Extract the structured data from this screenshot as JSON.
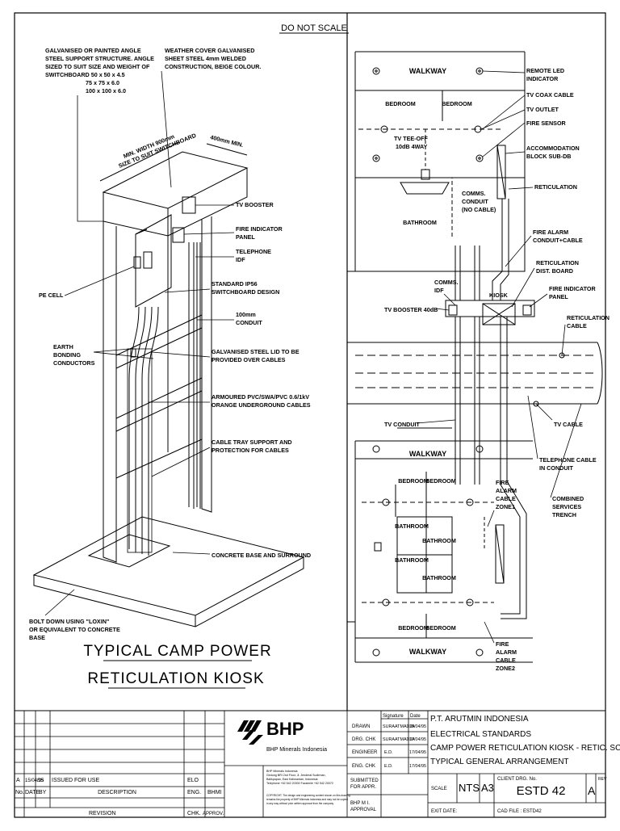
{
  "header": {
    "note": "DO NOT SCALE"
  },
  "left": {
    "title_line1": "TYPICAL CAMP POWER",
    "title_line2": "RETICULATION KIOSK",
    "labels": {
      "angle_steel": [
        "GALVANISED OR PAINTED ANGLE",
        "STEEL SUPPORT STRUCTURE. ANGLE",
        "SIZED TO SUIT SIZE AND WEIGHT OF",
        "SWITCHBOARD  50 x 50 x 4.5",
        "75 x 75 x 6.0",
        "100 x 100 x 6.0"
      ],
      "weather_cover": [
        "WEATHER COVER GALVANISED",
        "SHEET STEEL 4mm WELDED",
        "CONSTRUCTION, BEIGE COLOUR."
      ],
      "min_width": [
        "MIN. WIDTH 900mm",
        "SIZE TO SUIT SWITCHBOARD"
      ],
      "depth": [
        "400mm MIN."
      ],
      "tv_booster": "TV BOOSTER",
      "fire_panel": [
        "FIRE INDICATOR",
        "PANEL"
      ],
      "telephone_idf": [
        "TELEPHONE",
        "IDF"
      ],
      "pe_cell": "PE CELL",
      "switchboard": [
        "STANDARD IP56",
        "SWITCHBOARD DESIGN"
      ],
      "conduit": [
        "100mm",
        "CONDUIT"
      ],
      "earth": [
        "EARTH",
        "BONDING",
        "CONDUCTORS"
      ],
      "lid": [
        "GALVANISED STEEL LID TO BE",
        "PROVIDED OVER CABLES"
      ],
      "armoured": [
        "ARMOURED PVC/SWA/PVC 0.6/1kV",
        "ORANGE UNDERGROUND CABLES"
      ],
      "cable_tray": [
        "CABLE TRAY SUPPORT AND",
        "PROTECTION FOR CABLES"
      ],
      "concrete": "CONCRETE BASE AND SURROUND",
      "bolt": [
        "BOLT DOWN USING \"LOXIN\"",
        "OR EQUIVALENT TO CONCRETE",
        "BASE"
      ]
    }
  },
  "right": {
    "walkway": "WALKWAY",
    "bedroom": "BEDROOM",
    "bathroom": "BATHROOM",
    "tv_teeoff": [
      "TV TEE-OFF",
      "10dB 4WAY"
    ],
    "comms_conduit": [
      "COMMS.",
      "CONDUIT",
      "(NO CABLE)"
    ],
    "comms_idf": [
      "COMMS.",
      "IDF"
    ],
    "kiosk": "KIOSK",
    "tv_booster": "TV BOOSTER 40dB",
    "tv_conduit": "TV CONDUIT",
    "tv_cable": "TV CABLE",
    "labels": {
      "remote_led": [
        "REMOTE LED",
        "INDICATOR"
      ],
      "tv_coax": "TV COAX CABLE",
      "tv_outlet": "TV OUTLET",
      "fire_sensor": "FIRE SENSOR",
      "accom_block": [
        "ACCOMMODATION",
        "BLOCK SUB-DB"
      ],
      "reticulation": "RETICULATION",
      "fire_alarm_conduit": [
        "FIRE ALARM",
        "CONDUIT+CABLE"
      ],
      "retic_dist": [
        "RETICULATION",
        "DIST. BOARD"
      ],
      "fire_panel": [
        "FIRE INDICATOR",
        "PANEL"
      ],
      "retic_cable": [
        "RETICULATION",
        "CABLE"
      ],
      "phone_cable": [
        "TELEPHONE CABLE",
        "IN CONDUIT"
      ],
      "combined": [
        "COMBINED",
        "SERVICES",
        "TRENCH"
      ],
      "zone1": [
        "FIRE",
        "ALARM",
        "CABLE",
        "ZONE1"
      ],
      "zone2": [
        "FIRE",
        "ALARM",
        "CABLE",
        "ZONE2"
      ]
    }
  },
  "titleblock": {
    "rev_row": {
      "rev": "A",
      "date": "15/04/95",
      "by": "SS",
      "desc": "ISSUED FOR USE",
      "chk": "ELO",
      "approv": ""
    },
    "col_no": "No.",
    "col_date": "DATE",
    "col_by": "BY",
    "col_desc": "DESCRIPTION",
    "col_eng": "ENG.",
    "col_bhmi": "BHMI",
    "revision": "REVISION",
    "chk": "CHK.",
    "approv": "APPROV.",
    "company": "BHP",
    "company_sub": "BHP Minerals Indonesia",
    "address": [
      "BHP Minerals Indonesia",
      "Gedung BRI 2nd Floor, Jl. Jenderal Sudirman,",
      "Balikpapan, East Kalimantan, Indonesia",
      "Telephone +62 542 20300    Facsimile +62 542 20072"
    ],
    "copyright": [
      "COPYRIGHT.   The design and engineering content shown on this drawing",
      "remains the property of BHP Minerals Indonesia and may not be copied",
      "in any way without prior written approval  from the company"
    ],
    "sig_head": "Signature",
    "date_head": "Date",
    "rows": [
      {
        "role": "DRAWN",
        "name": "SURAATMADJA",
        "date": "15/04/95"
      },
      {
        "role": "DRG. CHK",
        "name": "SURAATMADJA",
        "date": "17/04/95"
      },
      {
        "role": "ENGINEER",
        "name": "E.D.",
        "date": "17/04/95"
      },
      {
        "role": "ENG. CHK",
        "name": "E.D.",
        "date": "17/04/95"
      }
    ],
    "submitted": [
      "SUBMITTED",
      "FOR APPR."
    ],
    "bhp_approval": [
      "BHP M I.",
      "APPROVAL"
    ],
    "title_lines": [
      "P.T. ARUTMIN INDONESIA",
      "ELECTRICAL STANDARDS",
      "CAMP POWER RETICULATION KIOSK - RETIC. SCH",
      "TYPICAL GENERAL ARRANGEMENT"
    ],
    "scale_label": "SCALE",
    "scale": "NTS",
    "size": "A3",
    "client_drg_label": "CLIENT DRG. No.",
    "drg_no": "ESTD 42",
    "rev": "A",
    "rev_label": "REV",
    "exit_date": "EXIT DATE:",
    "cad_file": "CAD FILE : ESTD42"
  }
}
